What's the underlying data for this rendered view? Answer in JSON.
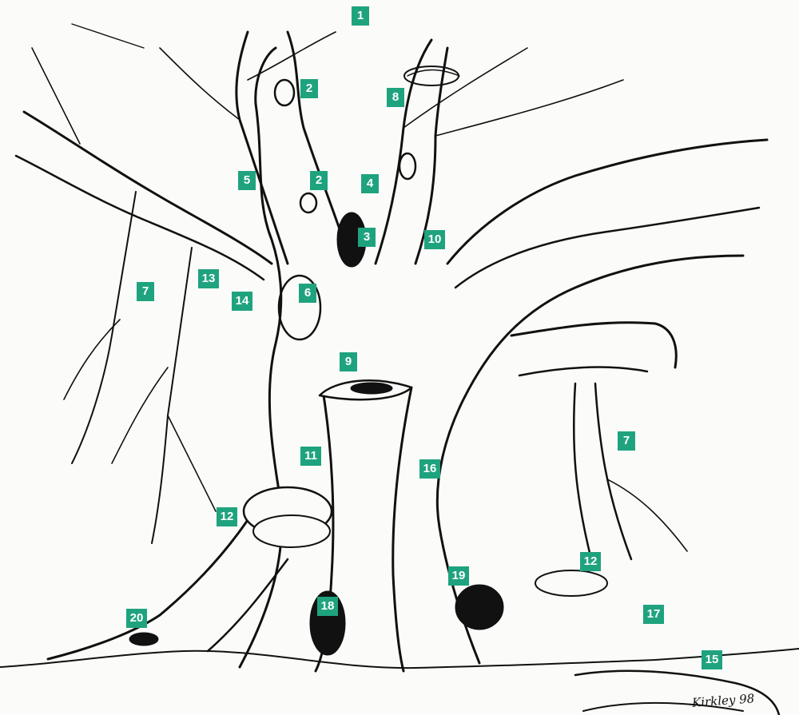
{
  "diagram": {
    "subject": "veteran tree illustration",
    "label_color": "#1fa37e",
    "label_text_color": "#ffffff",
    "line_color": "#111111",
    "labels": [
      "1",
      "2",
      "8",
      "5",
      "2",
      "4",
      "3",
      "10",
      "7",
      "13",
      "14",
      "6",
      "9",
      "11",
      "16",
      "7",
      "12",
      "12",
      "19",
      "18",
      "17",
      "20",
      "15"
    ],
    "signature": "Kirkley 98"
  }
}
